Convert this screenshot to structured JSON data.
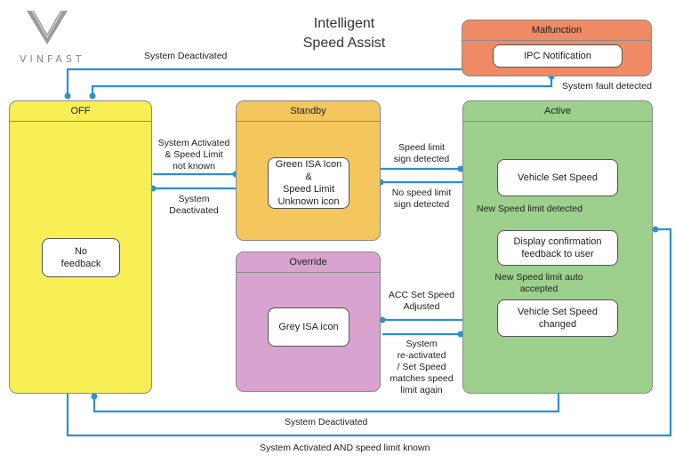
{
  "brand": {
    "logo_text": "VINFAST"
  },
  "title": "Intelligent\nSpeed Assist",
  "colors": {
    "off": "#f7ef55",
    "standby": "#f3c65e",
    "active": "#9dd08c",
    "override": "#d9a3cf",
    "malfunction": "#f08a64",
    "wire": "#2d8fd3"
  },
  "states": {
    "off": {
      "name": "OFF",
      "inner": "No\nfeedback"
    },
    "standby": {
      "name": "Standby",
      "inner": "Green ISA Icon &\nSpeed Limit\nUnknown icon"
    },
    "override": {
      "name": "Override",
      "inner": "Grey ISA icon"
    },
    "active": {
      "name": "Active",
      "inner": [
        "Vehicle Set Speed",
        "Display confirmation\nfeedback to user",
        "Vehicle Set Speed\nchanged"
      ]
    },
    "malfunction": {
      "name": "Malfunction",
      "inner": "IPC Notification"
    }
  },
  "transitions": {
    "sys_deactivated_top": "System Deactivated",
    "fault": "System fault detected",
    "off_to_standby": "System Activated\n& Speed Limit\nnot known",
    "standby_to_off": "System\nDeactivated",
    "standby_to_active": "Speed limit\nsign detected",
    "active_to_standby": "No speed limit\nsign detected",
    "new_limit": "New Speed limit detected",
    "auto_accepted": "New Speed limit auto\naccepted",
    "active_to_override": "ACC Set Speed\nAdjusted",
    "override_to_active": "System\nre-activated\n/ Set Speed\nmatches speed\nlimit again",
    "sys_deactivated_bottom": "System Deactivated",
    "sys_activated_known": "System Activated AND speed limit known"
  }
}
